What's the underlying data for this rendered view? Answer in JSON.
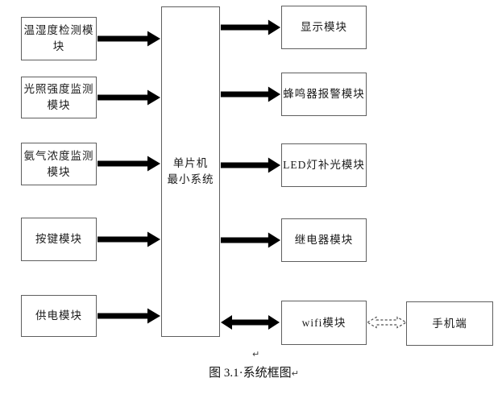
{
  "diagram": {
    "title_caption": "图 3.1·系统框图",
    "marks": {
      "pre_caption": "↵",
      "caption_end": "↵"
    },
    "center_module": {
      "label": "单片机最小系统",
      "lines": [
        "单片机",
        "最小系统"
      ]
    },
    "left_modules": [
      {
        "label": "温湿度检测模块",
        "lines": [
          "温湿度检测模块"
        ]
      },
      {
        "label": "光照强度监测模块",
        "lines": [
          "光照强度监测",
          "模块"
        ]
      },
      {
        "label": "氨气浓度监测模块",
        "lines": [
          "氨气浓度监测",
          "模块"
        ]
      },
      {
        "label": "按键模块",
        "lines": [
          "按键模块"
        ]
      },
      {
        "label": "供电模块",
        "lines": [
          "供电模块"
        ]
      }
    ],
    "right_modules": [
      {
        "label": "显示模块"
      },
      {
        "label": "蜂鸣器报警模块"
      },
      {
        "label": "LED灯补光模块"
      },
      {
        "label": "继电器模块"
      },
      {
        "label": "wifi模块"
      }
    ],
    "phone_module": {
      "label": "手机端"
    },
    "connections": [
      {
        "from": "温湿度检测模块",
        "to": "单片机最小系统",
        "style": "solid-block-arrow",
        "direction": "right"
      },
      {
        "from": "光照强度监测模块",
        "to": "单片机最小系统",
        "style": "solid-block-arrow",
        "direction": "right"
      },
      {
        "from": "氨气浓度监测模块",
        "to": "单片机最小系统",
        "style": "solid-block-arrow",
        "direction": "right"
      },
      {
        "from": "按键模块",
        "to": "单片机最小系统",
        "style": "solid-block-arrow",
        "direction": "right"
      },
      {
        "from": "供电模块",
        "to": "单片机最小系统",
        "style": "solid-block-arrow",
        "direction": "right"
      },
      {
        "from": "单片机最小系统",
        "to": "显示模块",
        "style": "solid-block-arrow",
        "direction": "right"
      },
      {
        "from": "单片机最小系统",
        "to": "蜂鸣器报警模块",
        "style": "solid-block-arrow",
        "direction": "right"
      },
      {
        "from": "单片机最小系统",
        "to": "LED灯补光模块",
        "style": "solid-block-arrow",
        "direction": "right"
      },
      {
        "from": "单片机最小系统",
        "to": "继电器模块",
        "style": "solid-block-arrow",
        "direction": "right"
      },
      {
        "from": "单片机最小系统",
        "to": "wifi模块",
        "style": "solid-block-arrow",
        "direction": "both"
      },
      {
        "from": "wifi模块",
        "to": "手机端",
        "style": "dashed-block-arrow",
        "direction": "both"
      }
    ],
    "colors": {
      "background": "#ffffff",
      "box_border": "#5f5f5f",
      "arrow_outline": "#4f4f4f",
      "text": "#1a1a1a"
    }
  }
}
